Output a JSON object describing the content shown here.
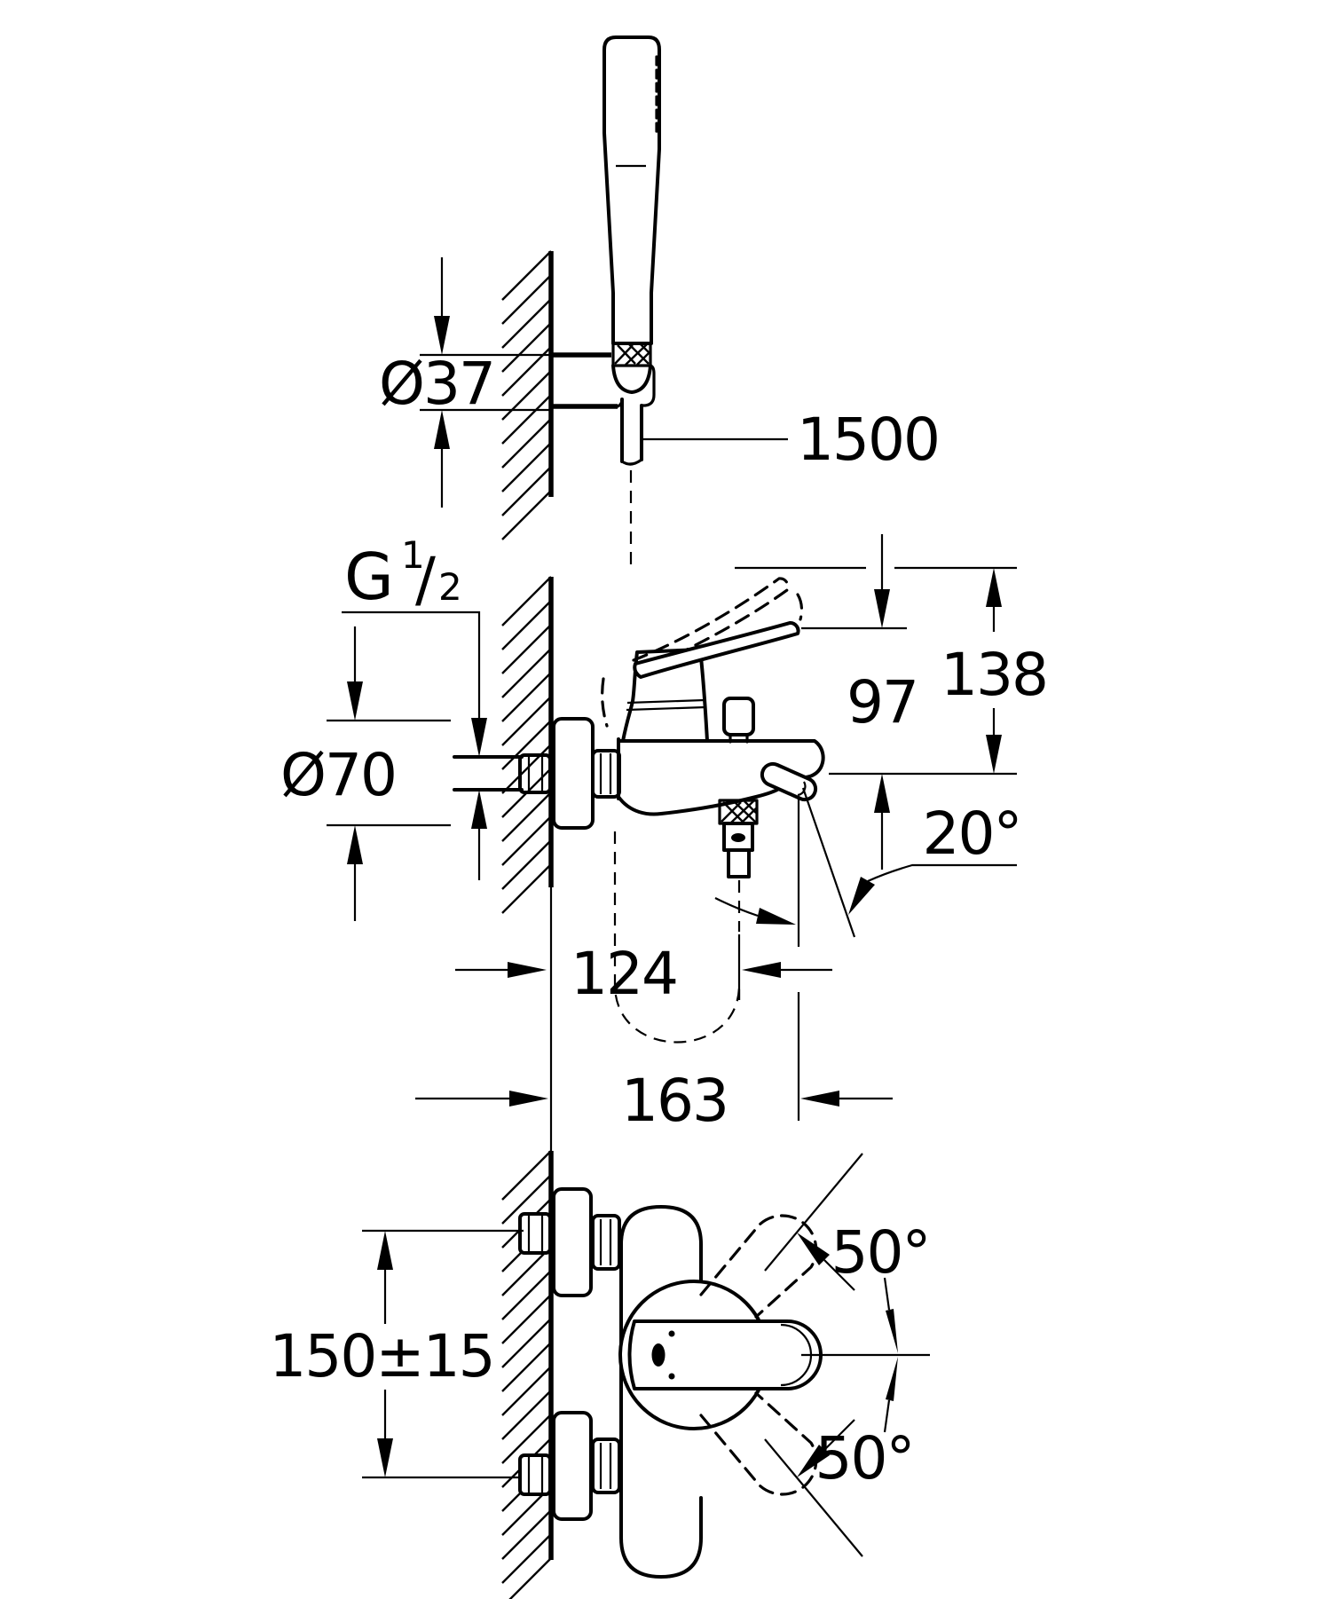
{
  "title": "Wall-mounted single-lever bath mixer with hand shower — installation dimension drawing",
  "colors": {
    "line": "#000000",
    "background": "#ffffff"
  },
  "dims": {
    "holder_dia": "Ø37",
    "hose_len": "1500",
    "thread_G": "G",
    "thread_num": "1",
    "thread_slash": "/",
    "thread_den": "2",
    "escutcheon_dia": "Ø70",
    "outlet_to_lever": "97",
    "outlet_to_lever_max": "138",
    "spout_angle": "20°",
    "wall_to_outlet": "124",
    "wall_to_spout_tip": "163",
    "inlet_spacing": "150±15",
    "lever_swing_upper": "50°",
    "lever_swing_lower": "50°"
  }
}
